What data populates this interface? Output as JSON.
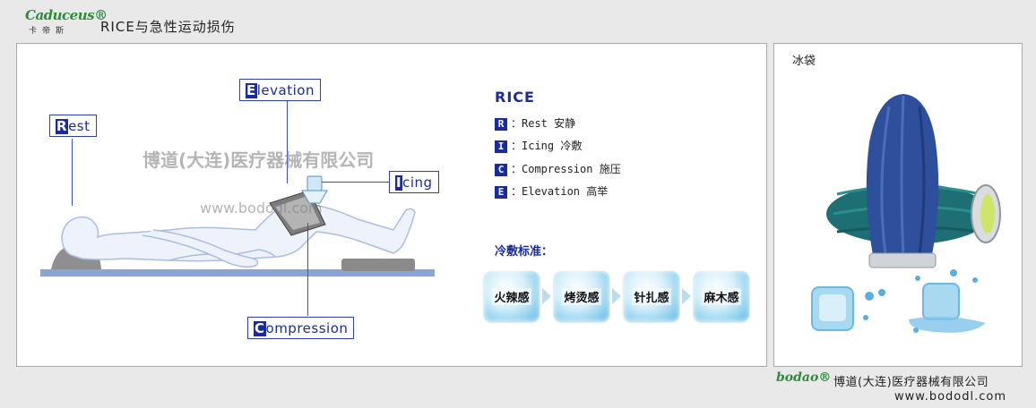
{
  "header": {
    "logo_wordmark": "Caduceus®",
    "logo_cn": "卡帝斯",
    "title": "RICE与急性运动损伤"
  },
  "diagram": {
    "labels": {
      "rest": {
        "letter": "R",
        "rest": "est"
      },
      "elevation": {
        "letter": "E",
        "rest": "levation"
      },
      "icing": {
        "letter": "I",
        "rest": "cing"
      },
      "compression": {
        "letter": "C",
        "rest": "ompression"
      }
    },
    "watermark_cn": "博道(大连)医疗器械有限公司",
    "watermark_url": "www.bododl.com"
  },
  "rice": {
    "title": "RICE",
    "items": [
      {
        "letter": "R",
        "text": "：Rest 安静"
      },
      {
        "letter": "I",
        "text": "：Icing 冷敷"
      },
      {
        "letter": "C",
        "text": "：Compression 施压"
      },
      {
        "letter": "E",
        "text": "：Elevation 高举"
      }
    ]
  },
  "cold_standard": {
    "title": "冷敷标准：",
    "stages": [
      "火辣感",
      "烤烫感",
      "针扎感",
      "麻木感"
    ]
  },
  "right_panel": {
    "title": "冰袋"
  },
  "footer": {
    "brand": "bodao®",
    "company": "博道(大连)医疗器械有限公司",
    "url": "www.bododl.com"
  },
  "colors": {
    "accent": "#1a2c9c",
    "brand_green": "#2e8b3a",
    "ice_bag_blue": "#2e4f9c",
    "ice_bag_teal": "#1d6f73"
  }
}
